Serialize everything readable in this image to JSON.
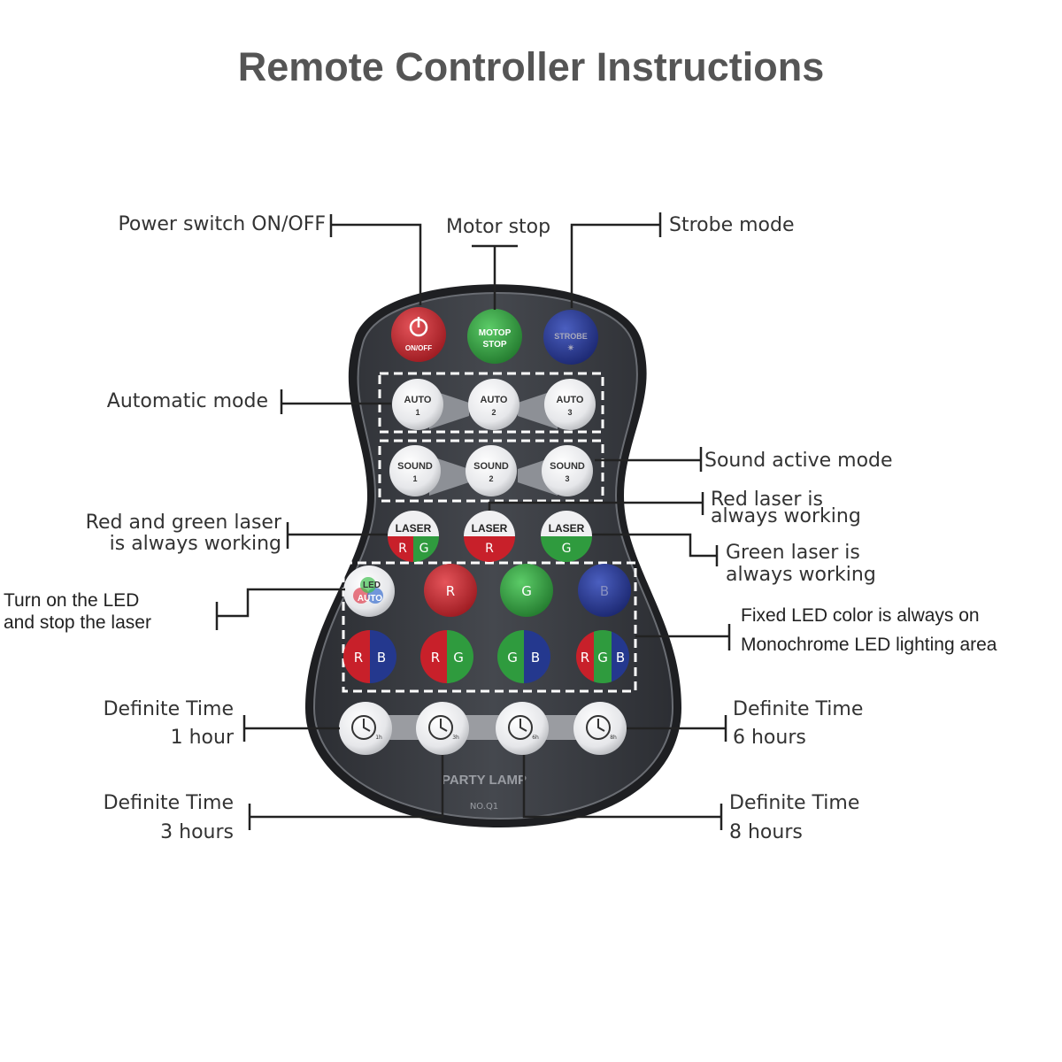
{
  "title": "Remote Controller Instructions",
  "labels": {
    "power": "Power switch ON/OFF",
    "motor": "Motor stop",
    "strobe": "Strobe mode",
    "automatic": "Automatic mode",
    "sound": "Sound active mode",
    "red_laser_1": "Red  laser is",
    "red_laser_2": "always working",
    "rg_laser_1": "Red and green laser",
    "rg_laser_2": "is always working",
    "green_laser_1": "Green laser is",
    "green_laser_2": "always working",
    "led_1": "Turn on the LED",
    "led_2": "and stop the laser",
    "fixed_1": "Fixed LED color is always on",
    "fixed_2": "Monochrome LED lighting area",
    "t1_1": "Definite Time",
    "t1_2": "1 hour",
    "t6_1": "Definite Time",
    "t6_2": "6 hours",
    "t3_1": "Definite Time",
    "t3_2": "3 hours",
    "t8_1": "Definite Time",
    "t8_2": "8 hours"
  },
  "remote": {
    "power_btn": "ON/OFF",
    "motor_1": "MOTOP",
    "motor_2": "STOP",
    "strobe_1": "STROBE",
    "strobe_2": "✴",
    "auto": "AUTO",
    "auto_nums": [
      "1",
      "2",
      "3"
    ],
    "sound": "SOUND",
    "sound_nums": [
      "1",
      "2",
      "3"
    ],
    "laser": "LASER",
    "laser_sub": [
      "R",
      "G",
      "R",
      "G"
    ],
    "led_1": "LED",
    "led_2": "AUTO",
    "color_row1": [
      "R",
      "G",
      "B"
    ],
    "color_row2": [
      "R",
      "B",
      "R",
      "G",
      "G",
      "B",
      "R",
      "G",
      "B"
    ],
    "timer_sub": [
      "1h",
      "3h",
      "6h",
      "8h"
    ],
    "brand": "PARTY  LAMP",
    "model": "NO.Q1"
  },
  "colors": {
    "power": "#c0282e",
    "motor": "#3ea84a",
    "strobe": "#2c3c9a",
    "led_red": "#c8202a",
    "led_green": "#2f9b3e",
    "led_blue": "#24388e",
    "body": "#3a3d42"
  }
}
